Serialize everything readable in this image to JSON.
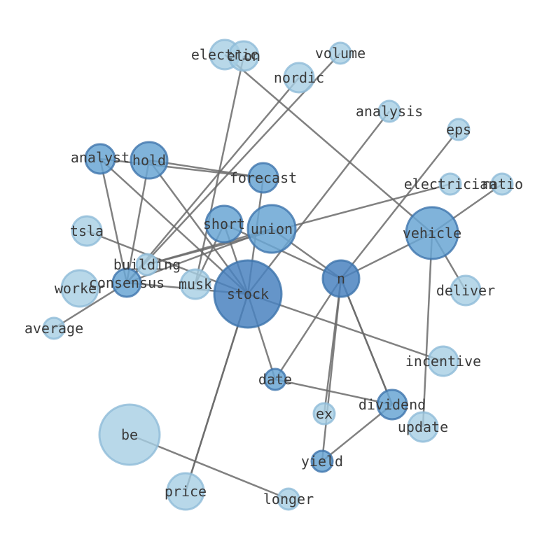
{
  "palette": {
    "edge": "#6b6b6b",
    "label": "#3a3a3a",
    "node_light": "#a6cee3",
    "node_mid": "#6aa6d4",
    "node_dark": "#4a83bf",
    "stroke_light": "#8fbcd8",
    "stroke_dark": "#3d74ad"
  },
  "nodes": [
    {
      "id": "stock",
      "label": "stock",
      "level": 3
    },
    {
      "id": "n",
      "label": "n",
      "level": 3
    },
    {
      "id": "vehicle",
      "label": "vehicle",
      "level": 2
    },
    {
      "id": "union",
      "label": "union",
      "level": 2
    },
    {
      "id": "short",
      "label": "short",
      "level": 2
    },
    {
      "id": "hold",
      "label": "hold",
      "level": 2
    },
    {
      "id": "analyst",
      "label": "analyst",
      "level": 2
    },
    {
      "id": "forecast",
      "label": "forecast",
      "level": 2
    },
    {
      "id": "consensus",
      "label": "consensus",
      "level": 2
    },
    {
      "id": "dividend",
      "label": "dividend",
      "level": 2
    },
    {
      "id": "date",
      "label": "date",
      "level": 2
    },
    {
      "id": "yield",
      "label": "yield",
      "level": 2
    },
    {
      "id": "be",
      "label": "be",
      "level": 1
    },
    {
      "id": "price",
      "label": "price",
      "level": 1
    },
    {
      "id": "worker",
      "label": "worker",
      "level": 1
    },
    {
      "id": "musk",
      "label": "musk",
      "level": 1
    },
    {
      "id": "building",
      "label": "building",
      "level": 1
    },
    {
      "id": "tsla",
      "label": "tsla",
      "level": 1
    },
    {
      "id": "average",
      "label": "average",
      "level": 1
    },
    {
      "id": "electric",
      "label": "electric",
      "level": 1
    },
    {
      "id": "elon",
      "label": "elon",
      "level": 1
    },
    {
      "id": "volume",
      "label": "volume",
      "level": 1
    },
    {
      "id": "nordic",
      "label": "nordic",
      "level": 1
    },
    {
      "id": "analysis",
      "label": "analysis",
      "level": 1
    },
    {
      "id": "eps",
      "label": "eps",
      "level": 1
    },
    {
      "id": "electrician",
      "label": "electrician",
      "level": 1
    },
    {
      "id": "ratio",
      "label": "ratio",
      "level": 1
    },
    {
      "id": "deliver",
      "label": "deliver",
      "level": 1
    },
    {
      "id": "incentive",
      "label": "incentive",
      "level": 1
    },
    {
      "id": "update",
      "label": "update",
      "level": 1
    },
    {
      "id": "ex",
      "label": "ex",
      "level": 1
    },
    {
      "id": "longer",
      "label": "longer",
      "level": 1
    }
  ],
  "edges": [
    [
      "stock",
      "price"
    ],
    [
      "stock",
      "price"
    ],
    [
      "stock",
      "analyst"
    ],
    [
      "stock",
      "hold"
    ],
    [
      "stock",
      "short"
    ],
    [
      "stock",
      "consensus"
    ],
    [
      "stock",
      "date"
    ],
    [
      "stock",
      "analysis"
    ],
    [
      "stock",
      "incentive"
    ],
    [
      "stock",
      "forecast"
    ],
    [
      "stock",
      "tsla"
    ],
    [
      "hold",
      "forecast"
    ],
    [
      "hold",
      "consensus"
    ],
    [
      "analyst",
      "forecast"
    ],
    [
      "analyst",
      "consensus"
    ],
    [
      "consensus",
      "volume"
    ],
    [
      "consensus",
      "union"
    ],
    [
      "consensus",
      "nordic"
    ],
    [
      "consensus",
      "average"
    ],
    [
      "building",
      "union"
    ],
    [
      "building",
      "electrician"
    ],
    [
      "musk",
      "elon"
    ],
    [
      "short",
      "musk"
    ],
    [
      "short",
      "n"
    ],
    [
      "union",
      "n"
    ],
    [
      "n",
      "eps"
    ],
    [
      "n",
      "vehicle"
    ],
    [
      "n",
      "dividend"
    ],
    [
      "n",
      "dividend"
    ],
    [
      "n",
      "date"
    ],
    [
      "n",
      "ex"
    ],
    [
      "n",
      "yield"
    ],
    [
      "vehicle",
      "electric"
    ],
    [
      "vehicle",
      "ratio"
    ],
    [
      "vehicle",
      "deliver"
    ],
    [
      "vehicle",
      "update"
    ],
    [
      "date",
      "dividend"
    ],
    [
      "dividend",
      "yield"
    ],
    [
      "be",
      "longer"
    ]
  ]
}
